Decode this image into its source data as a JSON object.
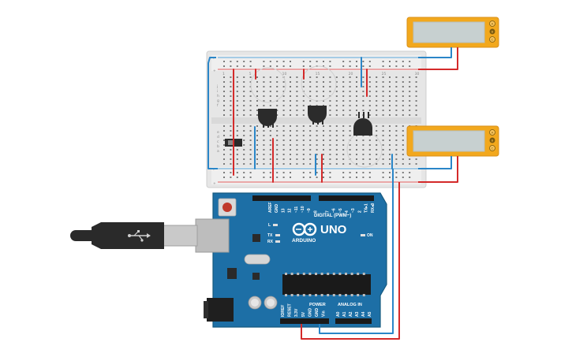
{
  "arduino": {
    "logo_text": "UNO",
    "brand_text": "ARDUINO",
    "digital_label": "DIGITAL (PWM~)",
    "power_label": "POWER",
    "analog_label": "ANALOG IN",
    "on_label": "ON",
    "l_label": "L",
    "tx_label": "TX",
    "rx_label": "RX",
    "digital_pins": [
      "AREF",
      "GND",
      "13",
      "12",
      "~11",
      "~10",
      "~9",
      "8",
      "7",
      "~6",
      "~5",
      "4",
      "~3",
      "2",
      "TX▸1",
      "RX◂0"
    ],
    "power_pins": [
      "IOREF",
      "RESET",
      "3.3V",
      "5V",
      "GND",
      "GND",
      "Vin"
    ],
    "analog_pins": [
      "A0",
      "A1",
      "A2",
      "A3",
      "A4",
      "A5"
    ]
  },
  "breadboard": {
    "row_letters_top": [
      "j",
      "i",
      "h",
      "g",
      "f"
    ],
    "row_letters_bottom": [
      "e",
      "d",
      "c",
      "b",
      "a"
    ],
    "column_numbers": [
      "1",
      "5",
      "10",
      "15",
      "20",
      "25",
      "30"
    ],
    "rail_plus": "+",
    "rail_minus": "-"
  },
  "lcd_buttons": [
    "A",
    "B",
    "C"
  ],
  "colors": {
    "arduino_board": "#1d6fa6",
    "arduino_dark": "#15597f",
    "usb_cable": "#2a2a2a",
    "usb_plug": "#b7b7b7",
    "breadboard": "#e8e8e8",
    "rail_red": "#e03030",
    "rail_blue": "#2a8fd4",
    "wire_red": "#d42a2a",
    "wire_blue": "#2a86c8",
    "lcd_frame": "#f2a81d",
    "lcd_screen": "#c7d0d0",
    "sensor_body": "#2b2b2b"
  }
}
